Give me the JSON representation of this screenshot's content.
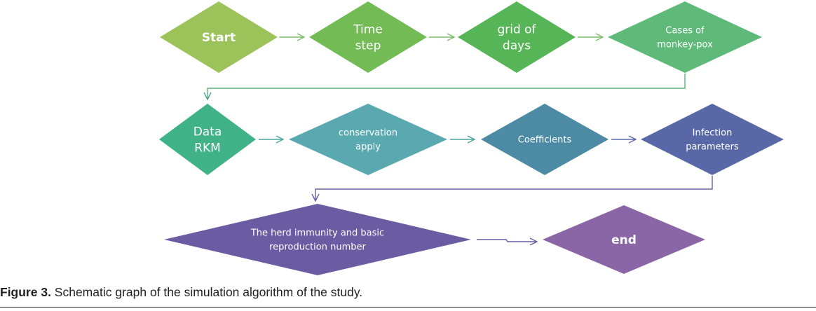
{
  "nodes": [
    {
      "id": "start",
      "lines": [
        "Start"
      ],
      "color": "#9cc25a",
      "bold": true
    },
    {
      "id": "time-step",
      "lines": [
        "Time",
        "step"
      ],
      "color": "#72bb55"
    },
    {
      "id": "grid-of-days",
      "lines": [
        "grid of",
        "days"
      ],
      "color": "#56b556"
    },
    {
      "id": "cases",
      "lines": [
        "Cases of",
        "monkey-pox"
      ],
      "color": "#5fba7a"
    },
    {
      "id": "data-rkm",
      "lines": [
        "Data",
        "RKM"
      ],
      "color": "#3fb287"
    },
    {
      "id": "conservation",
      "lines": [
        "conservation",
        "apply"
      ],
      "color": "#5aa9b0"
    },
    {
      "id": "coefficients",
      "lines": [
        "Coefficients"
      ],
      "color": "#4d8ba4"
    },
    {
      "id": "infection",
      "lines": [
        "Infection",
        "parameters"
      ],
      "color": "#5868a6"
    },
    {
      "id": "herd",
      "lines": [
        "The herd immunity  and basic",
        "reproduction number"
      ],
      "color": "#6a5ba3"
    },
    {
      "id": "end",
      "lines": [
        "end"
      ],
      "color": "#8a66a6",
      "bold": true
    }
  ],
  "caption": {
    "label": "Figure 3.",
    "text": " Schematic graph of the simulation algorithm of the study."
  }
}
